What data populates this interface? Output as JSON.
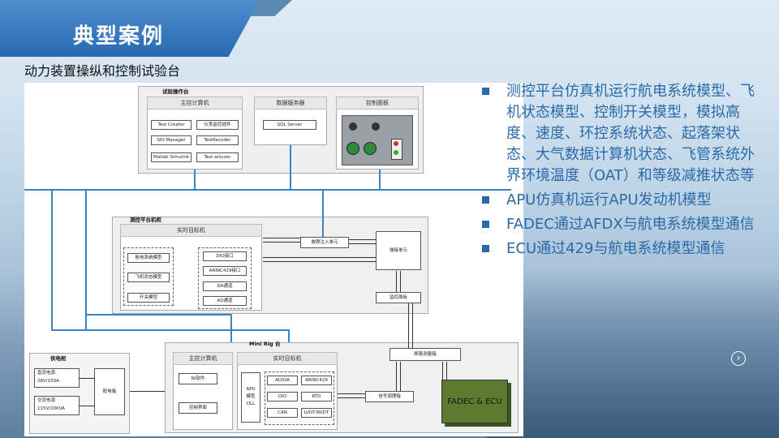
{
  "header": {
    "title": "典型案例",
    "subtitle": "动力装置操纵和控制试验台"
  },
  "diagram": {
    "console": {
      "label": "试验操作台",
      "main_computer": {
        "title": "主控计算机",
        "items": [
          "Test Creator",
          "仪表监控插件",
          "SIO Manager",
          "TestRecoder",
          "Matlab Simulink",
          "Test anlyzer"
        ]
      },
      "data_server": {
        "title": "数据服务器",
        "item": "SQL Server"
      },
      "control_panel": {
        "title": "控制面板"
      }
    },
    "cabinet": {
      "label": "测控平台机柜",
      "rt_target": "实时目标机",
      "models": [
        "航电系统模型",
        "飞机状态模型",
        "开关模型"
      ],
      "io": [
        "DIO接口",
        "ARINC429接口",
        "DA通道",
        "AD通道"
      ],
      "fault_injection": "故障注入单元",
      "terminal": "端接单元",
      "monitor": "监控面板"
    },
    "power": {
      "label": "供电柜",
      "dc": "直流电源\n28V/150A",
      "ac": "交流电源\n115V/20KVA",
      "distribution": "配电箱"
    },
    "mini_rig": {
      "label": "Mini Rig 台",
      "main_computer": "主控计算机",
      "ni": "NI软件",
      "control_ui": "控制界面",
      "rt_target": "实时目标机",
      "apu_dll": "APU\n模型\nDLL",
      "io": [
        "AD/DA",
        "ARINC429",
        "DIO",
        "RTD",
        "CAN",
        "LVDT/RVDT"
      ],
      "signal": "信号调理箱",
      "breakout": "断路测量箱",
      "fadec": "FADEC & ECU"
    }
  },
  "bullets": [
    "测控平台仿真机运行航电系统模型、飞机状态模型、控制开关模型，模拟高度、速度、环控系统状态、起落架状态、大气数据计算机状态、飞管系统外界环境温度（OAT）和等级减推状态等",
    "APU仿真机运行APU发动机模型",
    "FADEC通过AFDX与航电系统模型通信",
    "ECU通过429与航电系统模型通信"
  ],
  "colors": {
    "accent": "#2a6aa8",
    "banner": "#2869b1",
    "wire": "#3b84c4",
    "fadec": "#5d7a2e"
  },
  "icons": {
    "next": "circle-arrow-right-icon",
    "bullet": "square-bullet-icon"
  }
}
